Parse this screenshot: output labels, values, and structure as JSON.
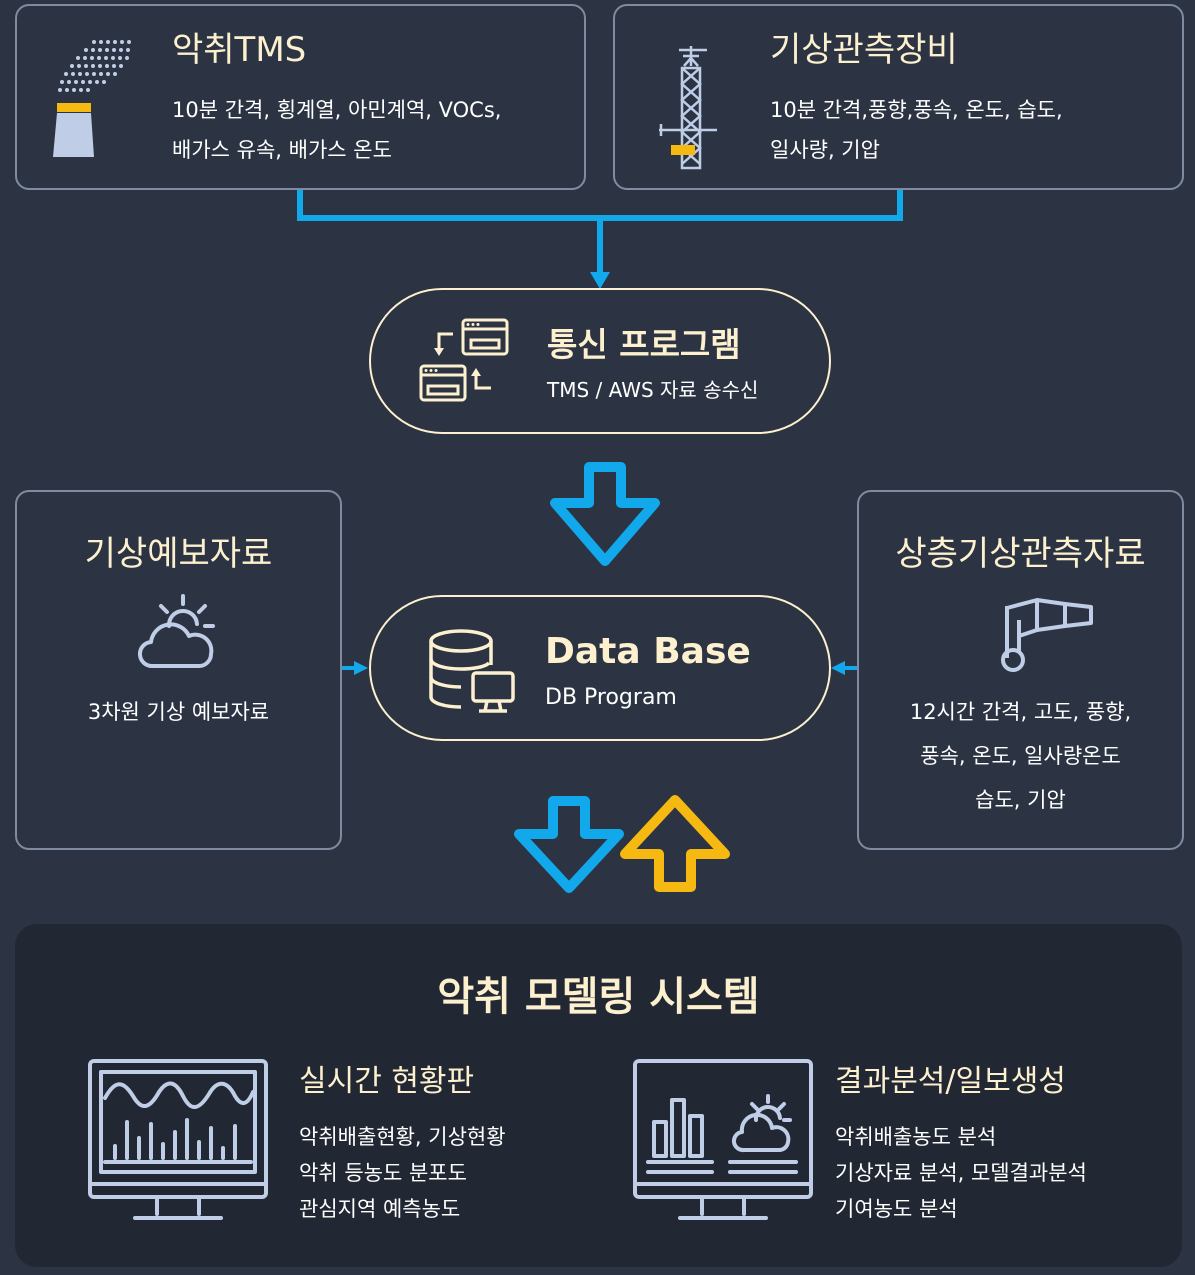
{
  "tms": {
    "title": "악취TMS",
    "lines": [
      "10분 간격, 횡계열, 아민계역, VOCs,",
      "배가스 유속, 배가스 온도"
    ]
  },
  "weather_station": {
    "title": "기상관측장비",
    "lines": [
      "10분 간격,풍향,풍속, 온도, 습도,",
      "일사량, 기압"
    ]
  },
  "comm_program": {
    "title": "통신 프로그램",
    "subtitle": "TMS / AWS 자료 송수신"
  },
  "forecast": {
    "title": "기상예보자료",
    "line": "3차원 기상 예보자료"
  },
  "database": {
    "title": "Data Base",
    "subtitle": "DB Program"
  },
  "upper_air": {
    "title": "상층기상관측자료",
    "lines": [
      "12시간 간격, 고도, 풍향,",
      "풍속, 온도, 일사량온도",
      "습도, 기압"
    ]
  },
  "system": {
    "title": "악취 모델링 시스템",
    "dashboard": {
      "title": "실시간 현황판",
      "lines": [
        "악취배출현황, 기상현황",
        "악취 등농도 분포도",
        "관심지역 예측농도"
      ]
    },
    "analysis": {
      "title": "결과분석/일보생성",
      "lines": [
        "악취배출농도 분석",
        "기상자료 분석, 모델결과분석",
        "기여농도 분석"
      ]
    }
  },
  "colors": {
    "background": "#2c3443",
    "panel": "#222833",
    "cream": "#fdf0cf",
    "blue": "#12a9ec",
    "yellow": "#f6b912",
    "border": "#7e8ba0",
    "icon": "#bfcde6"
  }
}
